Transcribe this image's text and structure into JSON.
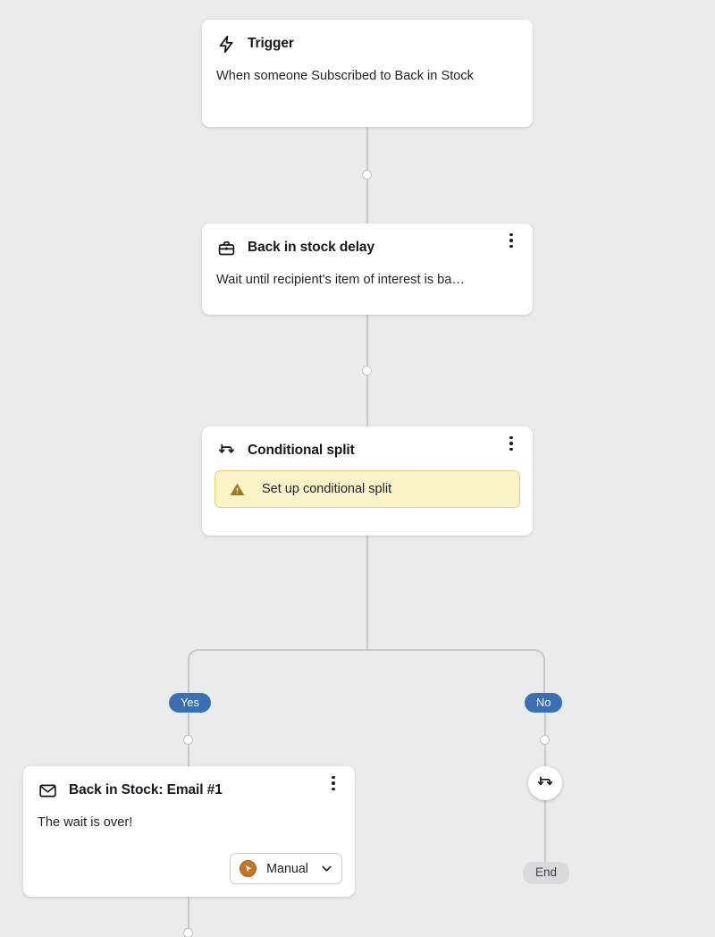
{
  "theme": {
    "canvas_bg": "#eaebed",
    "card_bg": "#ffffff",
    "connector": "#c6c8cc",
    "pill_blue": "#3a6fb3",
    "warning_bg": "#fdf3c8",
    "warning_border": "#e8cf6a",
    "warning_icon": "#9a7a20",
    "end_badge_bg": "#d8dade",
    "manual_badge": "#c2762a"
  },
  "flow": {
    "trigger": {
      "icon": "lightning-bolt-icon",
      "title": "Trigger",
      "description": "When someone Subscribed to Back in Stock"
    },
    "delay": {
      "icon": "toolbox-icon",
      "title": "Back in stock delay",
      "description": "Wait until recipient's item of interest is ba…",
      "menu_icon": "kebab-menu-icon"
    },
    "conditional_split": {
      "icon": "split-arrows-icon",
      "title": "Conditional split",
      "menu_icon": "kebab-menu-icon",
      "warning": {
        "icon": "warning-triangle-icon",
        "text": "Set up conditional split"
      }
    },
    "branches": {
      "yes_label": "Yes",
      "no_label": "No"
    },
    "email": {
      "icon": "envelope-icon",
      "title": "Back in Stock: Email #1",
      "description": "The wait is over!",
      "menu_icon": "kebab-menu-icon",
      "send_mode": {
        "badge_icon": "cursor-pointer-icon",
        "value": "Manual",
        "chevron": "chevron-down-icon"
      }
    },
    "no_branch": {
      "node_icon": "split-arrows-icon",
      "end_label": "End"
    }
  }
}
